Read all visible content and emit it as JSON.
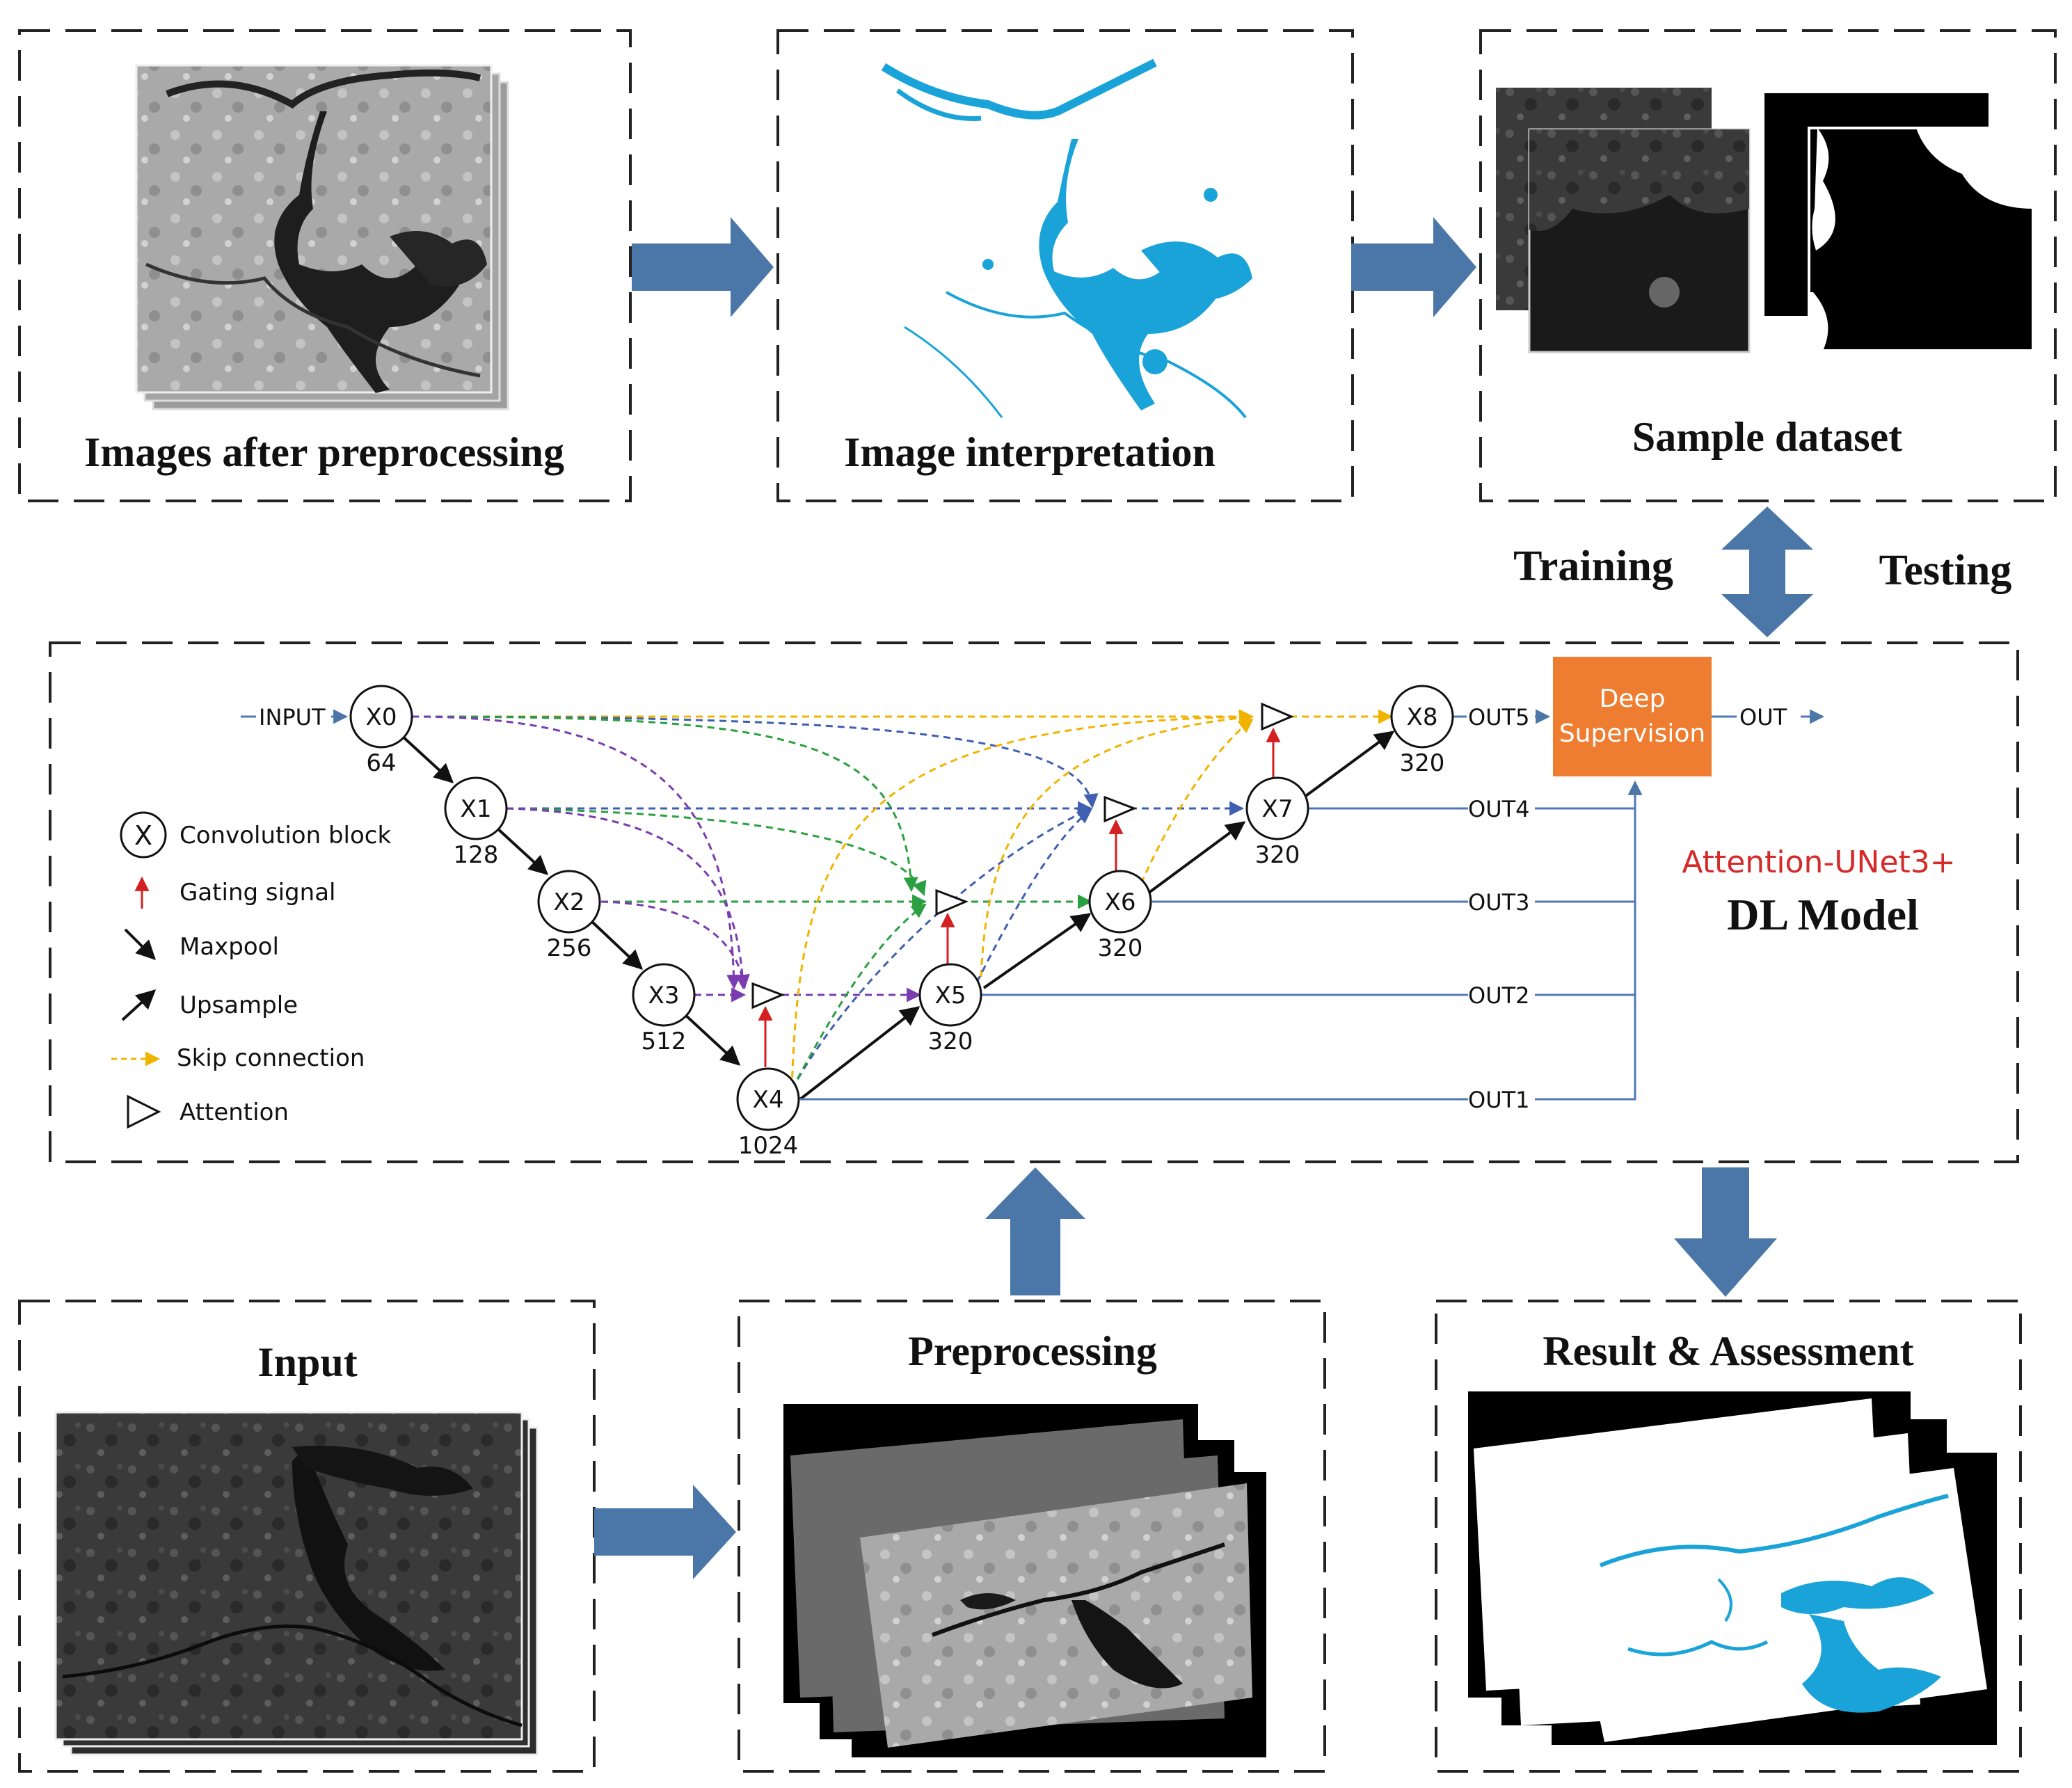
{
  "panels": {
    "images_after_preprocessing": "Images after preprocessing",
    "image_interpretation": "Image interpretation",
    "sample_dataset": "Sample dataset",
    "input": "Input",
    "preprocessing": "Preprocessing",
    "result_assessment": "Result & Assessment"
  },
  "side_labels": {
    "training": "Training",
    "testing": "Testing"
  },
  "model": {
    "name": "Attention-UNet3+",
    "subtitle": "DL Model",
    "input_label": "INPUT",
    "out_label": "OUT",
    "deep_supervision_line1": "Deep",
    "deep_supervision_line2": "Supervision",
    "nodes": [
      {
        "id": "X0",
        "channels": "64"
      },
      {
        "id": "X1",
        "channels": "128"
      },
      {
        "id": "X2",
        "channels": "256"
      },
      {
        "id": "X3",
        "channels": "512"
      },
      {
        "id": "X4",
        "channels": "1024"
      },
      {
        "id": "X5",
        "channels": "320"
      },
      {
        "id": "X6",
        "channels": "320"
      },
      {
        "id": "X7",
        "channels": "320"
      },
      {
        "id": "X8",
        "channels": "320"
      }
    ],
    "outputs": [
      "OUT1",
      "OUT2",
      "OUT3",
      "OUT4",
      "OUT5"
    ]
  },
  "legend": {
    "convolution_symbol": "X",
    "convolution_block": "Convolution block",
    "gating_signal": "Gating signal",
    "maxpool": "Maxpool",
    "upsample": "Upsample",
    "skip_connection": "Skip connection",
    "attention": "Attention"
  },
  "colors": {
    "flow_arrow": "#4a77a8",
    "deep_supervision": "#ee7d31",
    "model_name": "#d42a2a",
    "water": "#1aa3d8",
    "skip_yellow": "#f0b400",
    "skip_green": "#2aa040",
    "skip_purple": "#7a3cb0",
    "skip_blue": "#3f5fb0",
    "gating": "#d42020",
    "output_line": "#5078b8"
  }
}
